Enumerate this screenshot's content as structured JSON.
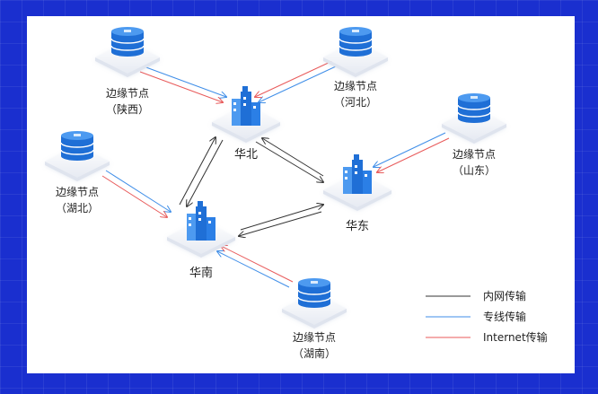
{
  "edge_nodes": [
    {
      "id": "shaanxi",
      "name": "边缘节点",
      "region": "（陕西）"
    },
    {
      "id": "hebei",
      "name": "边缘节点",
      "region": "（河北）"
    },
    {
      "id": "shandong",
      "name": "边缘节点",
      "region": "（山东）"
    },
    {
      "id": "hubei",
      "name": "边缘节点",
      "region": "（湖北）"
    },
    {
      "id": "hunan",
      "name": "边缘节点",
      "region": "（湖南）"
    }
  ],
  "regions": {
    "huabei": "华北",
    "huadong": "华东",
    "huanan": "华南"
  },
  "legend": [
    {
      "label": "内网传输",
      "color": "#333333"
    },
    {
      "label": "专线传输",
      "color": "#3f8ee8"
    },
    {
      "label": "Internet传输",
      "color": "#e85a5a"
    }
  ],
  "colors": {
    "background": "#1a2fcf",
    "server": "#1f6fd6",
    "platform": "#eef1f7"
  }
}
